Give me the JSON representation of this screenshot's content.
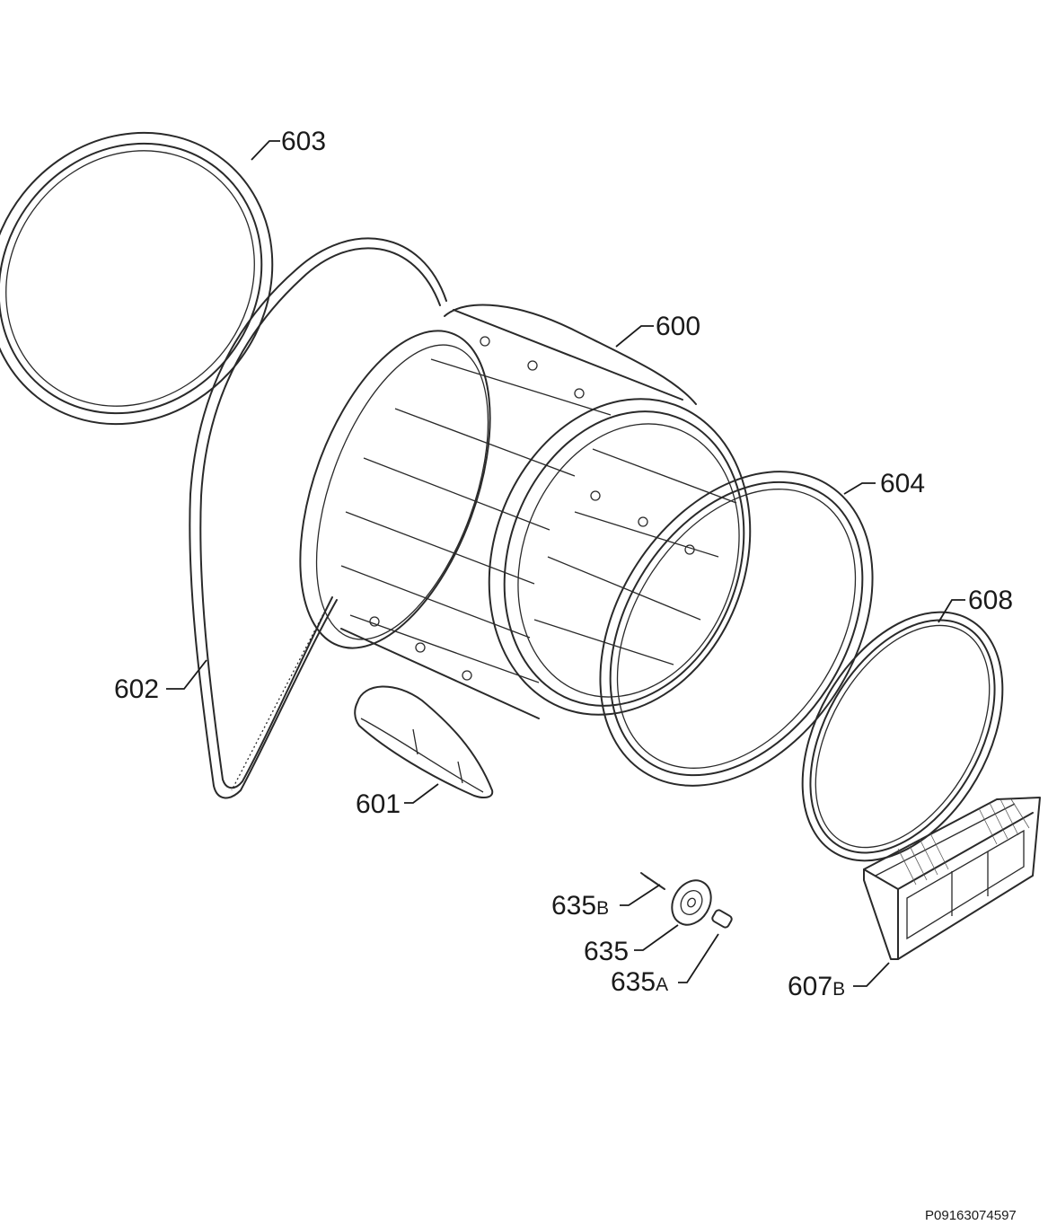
{
  "callouts": {
    "c603": "603",
    "c600": "600",
    "c604": "604",
    "c608": "608",
    "c602": "602",
    "c601": "601",
    "c635b_num": "635",
    "c635b_suf": "B",
    "c635": "635",
    "c635a_num": "635",
    "c635a_suf": "A",
    "c607b_num": "607",
    "c607b_suf": "B"
  },
  "reference_code": "P09163074597",
  "icons": {
    "rear_seal": "seal-ring-icon",
    "drive_belt": "belt-loop-icon",
    "drum": "drum-cylinder-icon",
    "front_seal": "seal-ring-icon",
    "filter_seal": "seal-ring-icon",
    "paddle": "paddle-icon",
    "roller": "roller-wheel-icon",
    "filter": "filter-housing-icon"
  }
}
